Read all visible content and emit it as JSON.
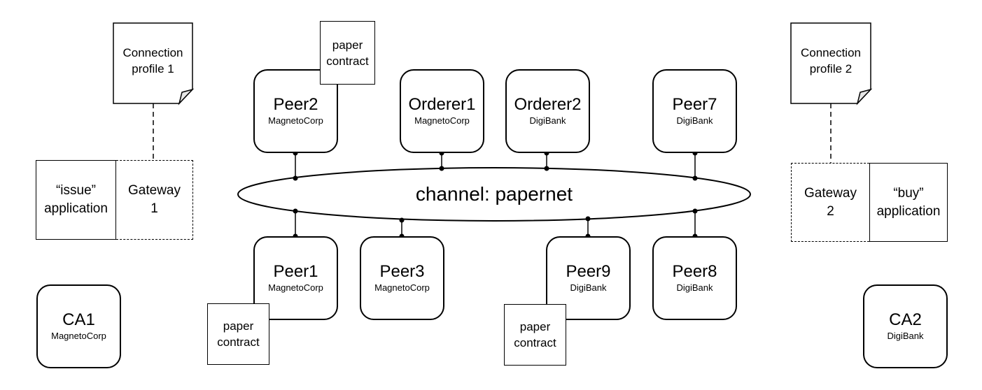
{
  "connection_profiles": {
    "p1": {
      "line1": "Connection",
      "line2": "profile 1"
    },
    "p2": {
      "line1": "Connection",
      "line2": "profile 2"
    }
  },
  "applications": {
    "issue": {
      "line1": "“issue”",
      "line2": "application"
    },
    "buy": {
      "line1": "“buy”",
      "line2": "application"
    }
  },
  "gateways": {
    "g1": {
      "line1": "Gateway",
      "line2": "1"
    },
    "g2": {
      "line1": "Gateway",
      "line2": "2"
    }
  },
  "channel": {
    "label": "channel: papernet"
  },
  "nodes": {
    "peer1": {
      "name": "Peer1",
      "org": "MagnetoCorp"
    },
    "peer2": {
      "name": "Peer2",
      "org": "MagnetoCorp"
    },
    "peer3": {
      "name": "Peer3",
      "org": "MagnetoCorp"
    },
    "peer7": {
      "name": "Peer7",
      "org": "DigiBank"
    },
    "peer8": {
      "name": "Peer8",
      "org": "DigiBank"
    },
    "peer9": {
      "name": "Peer9",
      "org": "DigiBank"
    },
    "orderer1": {
      "name": "Orderer1",
      "org": "MagnetoCorp"
    },
    "orderer2": {
      "name": "Orderer2",
      "org": "DigiBank"
    },
    "ca1": {
      "name": "CA1",
      "org": "MagnetoCorp"
    },
    "ca2": {
      "name": "CA2",
      "org": "DigiBank"
    }
  },
  "paper_contract": {
    "line1": "paper",
    "line2": "contract"
  }
}
